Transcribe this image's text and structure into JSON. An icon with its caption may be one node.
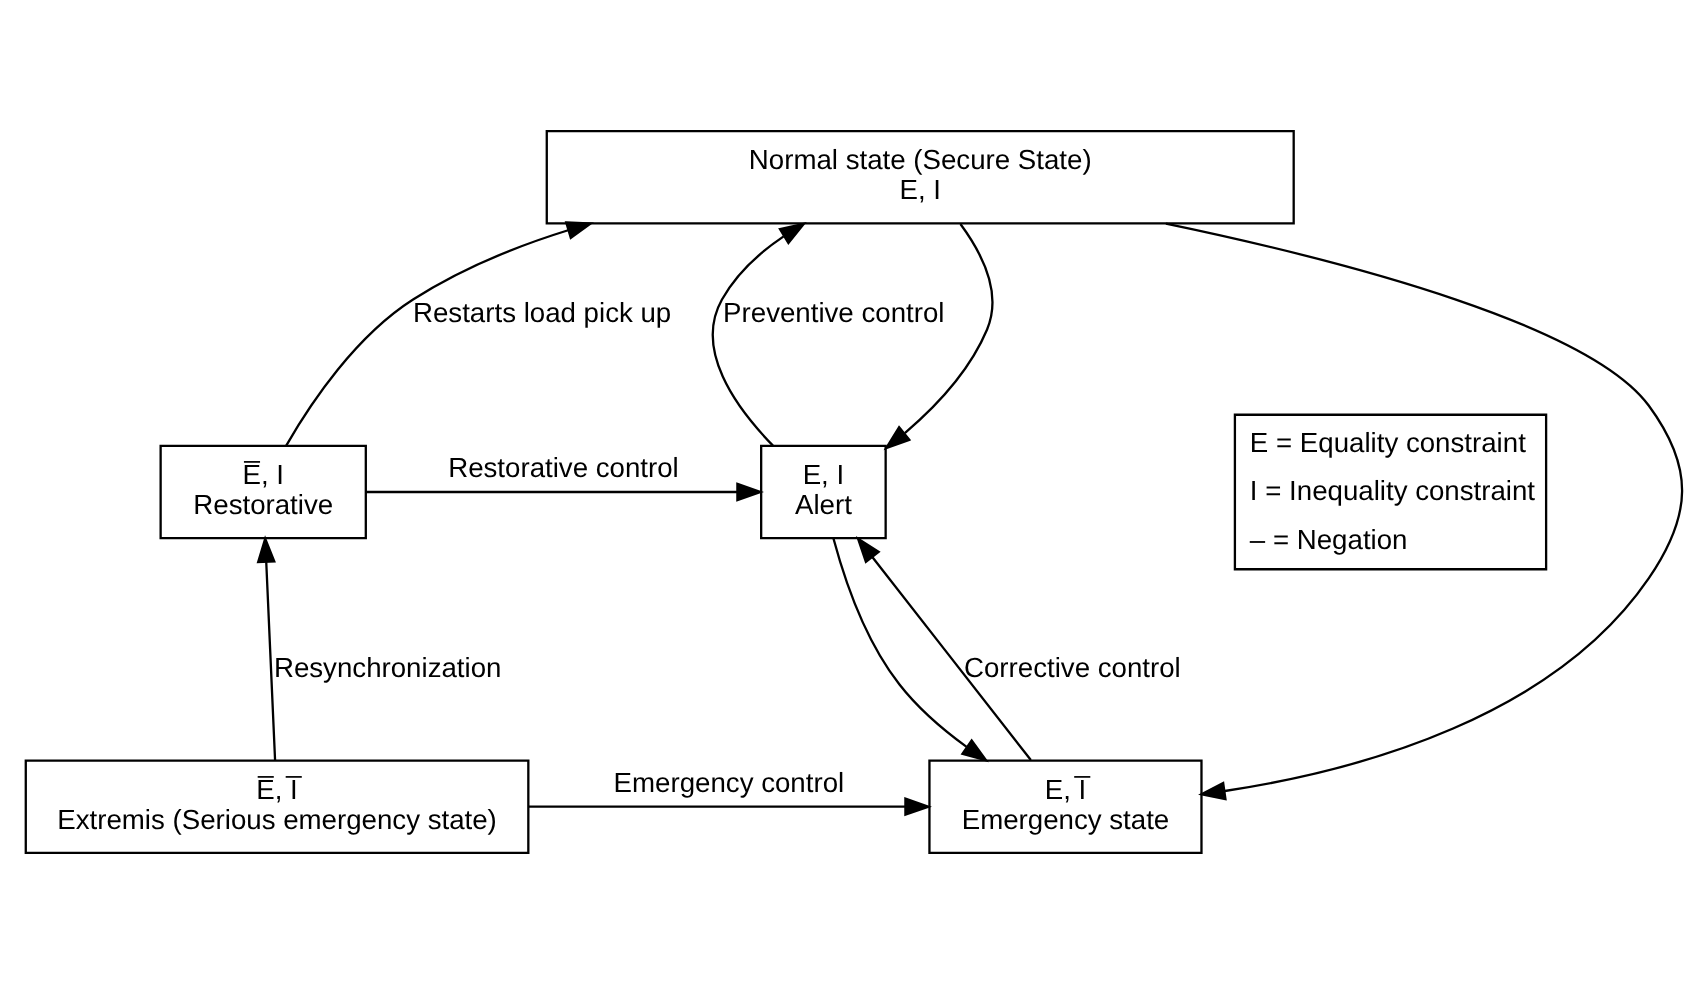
{
  "diagram": {
    "nodes": [
      {
        "text": [
          "Normal state (Secure State)",
          "E, I"
        ]
      },
      {
        "text": [
          "E̅, I",
          "Restorative"
        ]
      },
      {
        "text": [
          "E, I",
          "Alert"
        ]
      },
      {
        "text": [
          "E̅, I̅",
          "Extremis (Serious emergency state)"
        ]
      },
      {
        "text": [
          "E, I̅",
          "Emergency state"
        ]
      }
    ],
    "edges": [
      {
        "from": 1,
        "to": 0,
        "arrow": "to",
        "label": "Restarts load pick up"
      },
      {
        "from": 0,
        "to": 2,
        "arrow": "to"
      },
      {
        "from": 2,
        "to": 0,
        "arrow": "to",
        "label": "Preventive control"
      },
      {
        "from": 0,
        "to": 4,
        "arrow": "to"
      },
      {
        "from": 1,
        "to": 2,
        "arrow": "to",
        "label": "Restorative control"
      },
      {
        "from": 3,
        "to": 1,
        "arrow": "to",
        "label": "Resynchronization"
      },
      {
        "from": 2,
        "to": 4,
        "arrow": "to"
      },
      {
        "from": 4,
        "to": 2,
        "arrow": "to",
        "label": "Corrective control"
      },
      {
        "from": 3,
        "to": 4,
        "arrow": "to",
        "label": "Emergency control"
      }
    ],
    "legend": [
      {
        "text": "E = Equality constraint"
      },
      {
        "text": "I = Inequality constraint"
      },
      {
        "text": "– = Negation"
      }
    ]
  }
}
